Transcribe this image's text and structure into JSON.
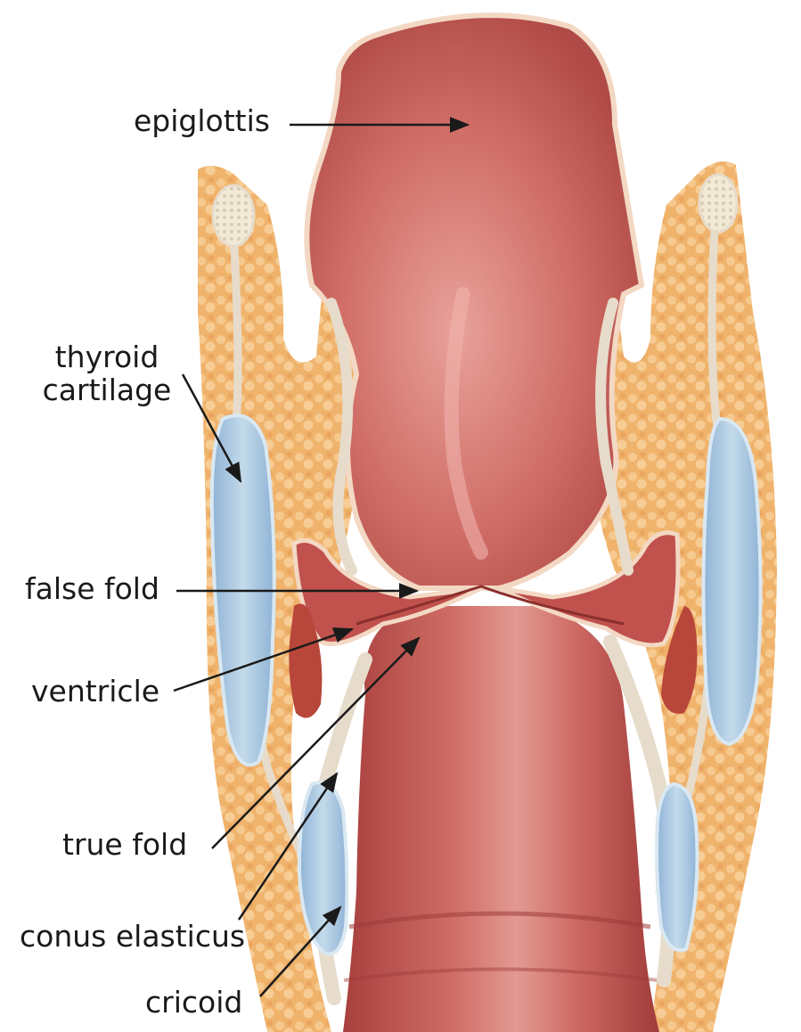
{
  "labels": {
    "epiglottis": "epiglottis",
    "thyroid_line1": "thyroid",
    "thyroid_line2": "cartilage",
    "false_fold": "false fold",
    "ventricle": "ventricle",
    "true_fold": "true fold",
    "conus_elasticus": "conus elasticus",
    "cricoid": "cricoid"
  },
  "colors": {
    "mucosa": "#c85f5a",
    "mucosa_highlight": "#e8a39a",
    "mucosa_shadow": "#9d3c3b",
    "fat": "#f0b774",
    "cartilage": "#a9c7e0",
    "ligament": "#e7dccb",
    "gland": "#b8463a",
    "line": "#1a1a1a"
  }
}
